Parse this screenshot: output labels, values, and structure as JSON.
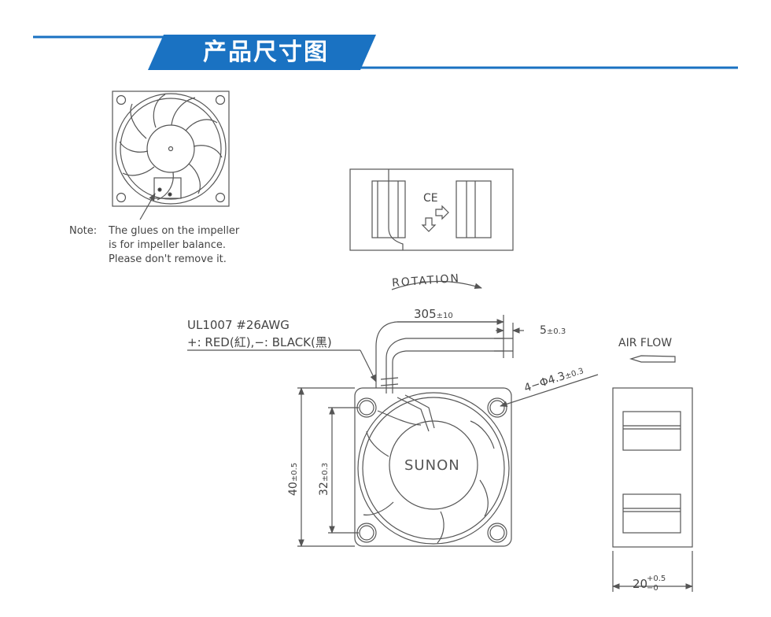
{
  "header": {
    "title": "产品尺寸图"
  },
  "colors": {
    "accent": "#1a72c2",
    "line": "#555555"
  },
  "top_fan": {
    "note_label": "Note:",
    "note_lines": [
      "The glues on the impeller",
      "is for impeller balance.",
      "Please don't remove it."
    ]
  },
  "label_view": {
    "ce_mark": "CE",
    "rotation_label": "ROTATION"
  },
  "front_view": {
    "cable_spec": "UL1007 #26AWG",
    "cable_colors": "+: RED(紅),−: BLACK(黑)",
    "lead_length": "305",
    "lead_length_tol": "±10",
    "strip_length": "5",
    "strip_length_tol": "±0.3",
    "hole_spec": "4−Φ4.3",
    "hole_tol": "±0.3",
    "brand": "SUNON",
    "outer_size": "40",
    "outer_tol": "±0.5",
    "hole_spacing": "32",
    "hole_spacing_tol": "±0.3"
  },
  "side_view": {
    "airflow_label": "AIR FLOW",
    "thickness": "20",
    "thickness_tol_upper": "+0.5",
    "thickness_tol_lower": "−0"
  }
}
